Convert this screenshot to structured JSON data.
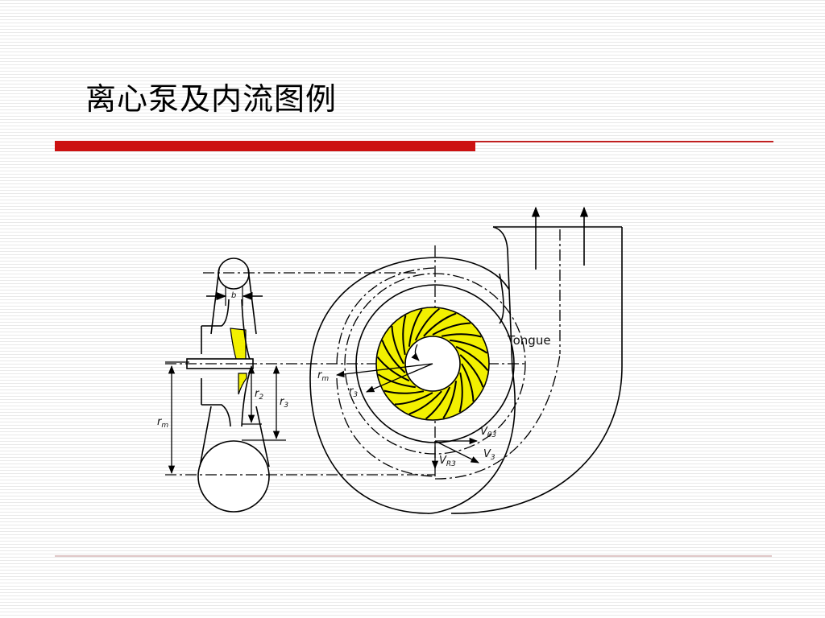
{
  "slide": {
    "title": "离心泵及内流图例",
    "accent_color": "#cc1111",
    "line_color": "#c02020"
  },
  "diagram": {
    "impeller_color": "#f2f000",
    "labels": {
      "b": "b",
      "r2": "r",
      "r2_sub": "2",
      "r3_side": "r",
      "r3_side_sub": "3",
      "rm_side": "r",
      "rm_side_sub": "m",
      "rm_front": "r",
      "rm_front_sub": "m",
      "r3_front": "r",
      "r3_front_sub": "3",
      "tongue": "Tongue",
      "v_theta3": "V",
      "v_theta3_sub": "θ3",
      "v3": "V",
      "v3_sub": "3",
      "vr3": "V",
      "vr3_sub": "R3"
    }
  }
}
